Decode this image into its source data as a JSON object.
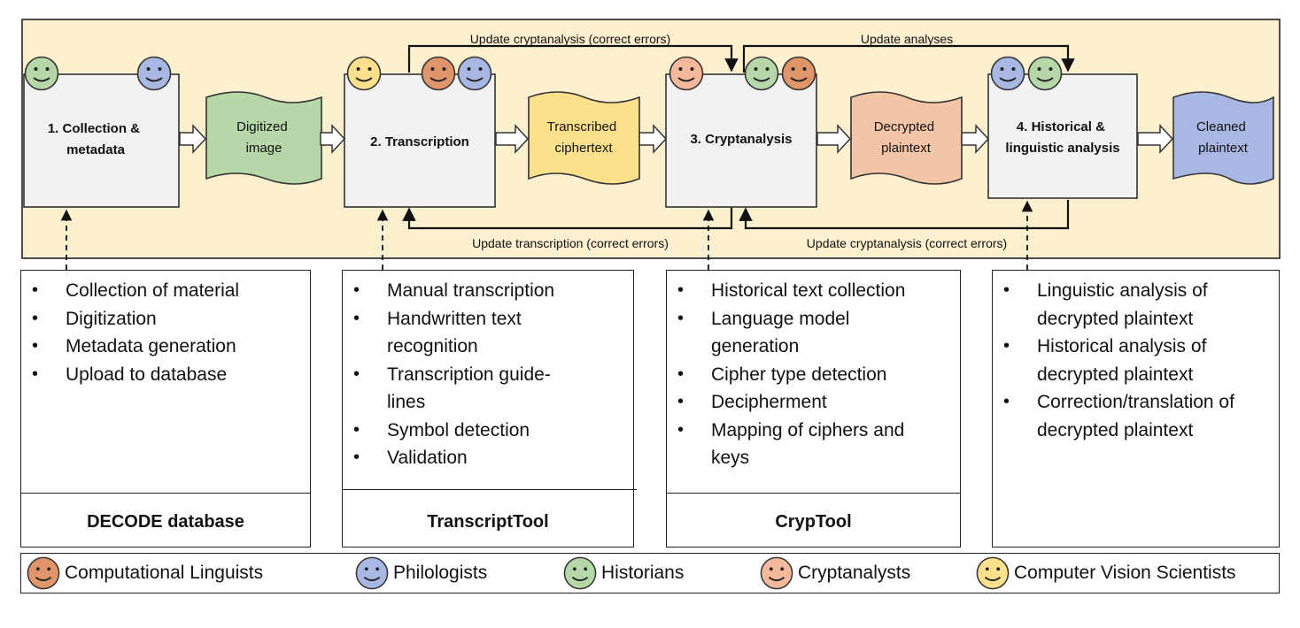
{
  "diagram": {
    "stages": [
      {
        "label_lines": [
          "1. Collection &",
          "metadata"
        ]
      },
      {
        "label_lines": [
          "2. Transcription"
        ]
      },
      {
        "label_lines": [
          "3. Cryptanalysis"
        ]
      },
      {
        "label_lines": [
          "4. Historical &",
          "linguistic analysis"
        ]
      }
    ],
    "documents": [
      {
        "label_lines": [
          "Digitized",
          "image"
        ]
      },
      {
        "label_lines": [
          "Transcribed",
          "ciphertext"
        ]
      },
      {
        "label_lines": [
          "Decrypted",
          "plaintext"
        ]
      },
      {
        "label_lines": [
          "Cleaned",
          "plaintext"
        ]
      }
    ],
    "feedback_labels": {
      "top_left": "Update cryptanalysis (correct errors)",
      "top_right": "Update analyses",
      "bottom_left": "Update transcription (correct errors)",
      "bottom_right": "Update cryptanalysis (correct errors)"
    }
  },
  "panels": [
    {
      "items": [
        "Collection of material",
        "Digitization",
        "Metadata generation",
        "Upload to database"
      ],
      "tool": "DECODE database"
    },
    {
      "items": [
        "Manual transcription",
        "Handwritten text recognition",
        "Transcription guide-lines",
        "Symbol detection",
        "Validation"
      ],
      "tool": "TranscriptTool"
    },
    {
      "items": [
        "Historical text collection",
        "Language model generation",
        "Cipher type detection",
        "Decipherment",
        "Mapping of ciphers and keys"
      ],
      "tool": "CrypTool"
    },
    {
      "items": [
        "Linguistic analysis of decrypted plaintext",
        "Historical analysis of decrypted plaintext",
        "Correction/translation of decrypted plaintext"
      ],
      "tool": ""
    }
  ],
  "legend": [
    {
      "label": "Computational Linguists",
      "color": "#e0956a"
    },
    {
      "label": "Philologists",
      "color": "#a8b8e3"
    },
    {
      "label": "Historians",
      "color": "#b6d7a8"
    },
    {
      "label": "Cryptanalysts",
      "color": "#f4b89a"
    },
    {
      "label": "Computer Vision Scientists",
      "color": "#fde08c"
    }
  ],
  "colors": {
    "band_background": "#fdf0cf",
    "box_fill": "#f2f2f2",
    "digitized_image": "#b6d7a8",
    "transcribed_ciphertext": "#fde08c",
    "decrypted_plaintext": "#f4c4a6",
    "cleaned_plaintext": "#a8b8e3"
  }
}
